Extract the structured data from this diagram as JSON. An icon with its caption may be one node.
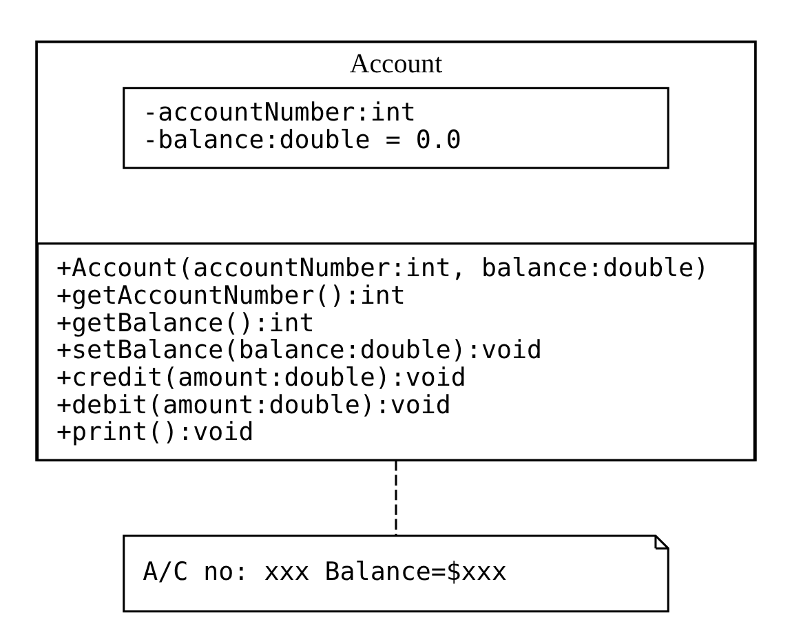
{
  "diagram": {
    "nodes": [
      {
        "text": [
          "Account"
        ]
      },
      {
        "text": [
          "-accountNumber:int",
          "-balance:double = 0.0"
        ],
        "in": 0
      },
      {
        "text": [
          "+Account(accountNumber:int, balance:double)",
          "+getAccountNumber():int",
          "+getBalance():int",
          "+setBalance(balance:double):void",
          "+credit(amount:double):void",
          "+debit(amount:double):void",
          "+print():void"
        ],
        "in": 0
      },
      {
        "text": [
          "A/C no: xxx Balance=$xxx"
        ]
      }
    ],
    "edges": [
      {
        "from": 2,
        "to": 3,
        "arrow": "none",
        "style": "dashed"
      }
    ]
  }
}
